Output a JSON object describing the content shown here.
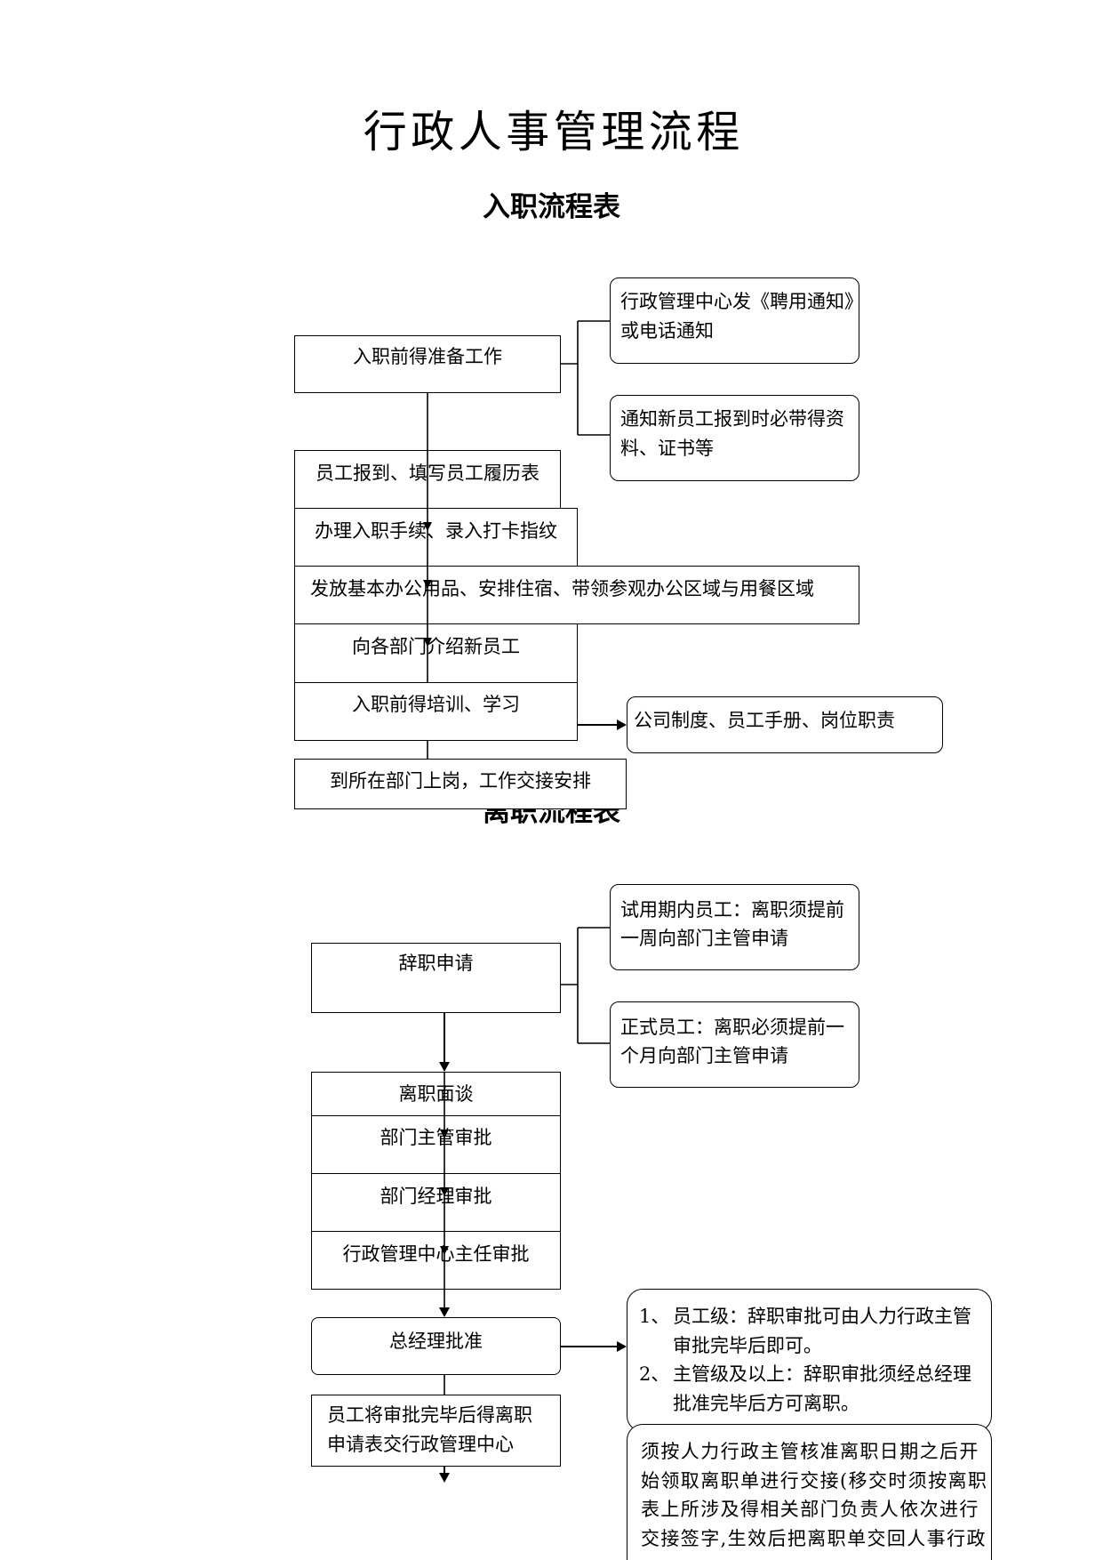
{
  "title": "行政人事管理流程",
  "onboarding": {
    "heading": "入职流程表",
    "steps": {
      "prep": "入职前得准备工作",
      "report": "员工报到、填写员工履历表",
      "procedures": "办理入职手续、录入打卡指纹",
      "supplies": "发放基本办公用品、安排住宿、带领参观办公区域与用餐区域",
      "introduce": "向各部门介绍新员工",
      "training": "入职前得培训、学习",
      "onboard": "到所在部门上岗，工作交接安排"
    },
    "notes": {
      "notice": [
        "行政管理中心发《聘用通知》",
        "或电话通知"
      ],
      "documents": [
        "通知新员工报到时必带得资",
        "料、证书等"
      ],
      "training_content": "公司制度、员工手册、岗位职责"
    }
  },
  "resignation": {
    "heading": "离职流程表",
    "steps": {
      "apply": "辞职申请",
      "interview": "离职面谈",
      "supervisor": "部门主管审批",
      "manager": "部门经理审批",
      "director": "行政管理中心主任审批",
      "gm": "总经理批准",
      "submit": [
        "员工将审批完毕后得离职",
        "申请表交行政管理中心"
      ]
    },
    "notes": {
      "probation": [
        "试用期内员工：离职须提前",
        "一周向部门主管申请"
      ],
      "regular": [
        "正式员工：离职必须提前一",
        "个月向部门主管申请"
      ],
      "approval_rules": [
        {
          "num": "1、",
          "lines": [
            "员工级：辞职审批可由人力行政主管",
            "审批完毕后即可。"
          ]
        },
        {
          "num": "2、",
          "lines": [
            "主管级及以上：辞职审批须经总经理",
            "批准完毕后方可离职。"
          ]
        }
      ],
      "handover": [
        "须按人力行政主管核准离职日期之后开",
        "始领取离职单进行交接(移交时须按离职",
        "表上所涉及得相关部门负责人依次进行",
        "交接签字,生效后把离职单交回人事行政"
      ]
    }
  }
}
